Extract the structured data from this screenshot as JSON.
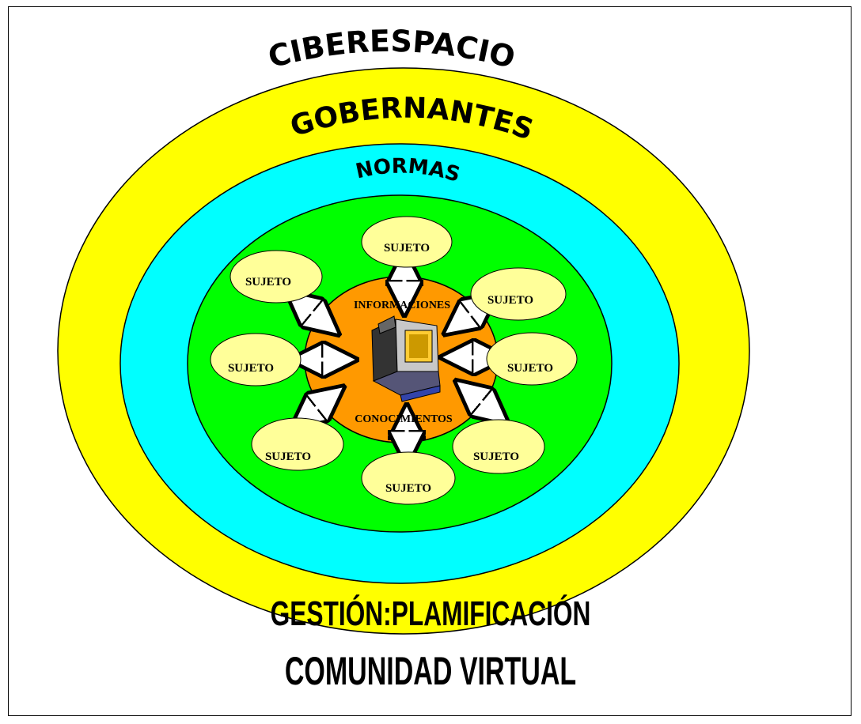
{
  "labels": {
    "outer": "CIBERESPACIO",
    "yellow_ring": "GOBERNANTES",
    "cyan_ring": "NORMAS",
    "yellow_bottom": "GESTIÓN:PLAMIFICACIÓN",
    "bottom": "COMUNIDAD VIRTUAL",
    "core_top": "INFORMACIONES",
    "core_bottom": "CONOCIMIENTOS"
  },
  "sujetos": [
    "SUJETO",
    "SUJETO",
    "SUJETO",
    "SUJETO",
    "SUJETO",
    "SUJETO",
    "SUJETO",
    "SUJETO"
  ],
  "colors": {
    "yellow": "#ffff00",
    "cyan": "#00ffff",
    "green": "#00ff00",
    "orange": "#ff9900",
    "sujeto_fill": "#ffff99"
  },
  "icons": {
    "center": "computer-terminal-icon",
    "connectors": "double-arrow-icon"
  }
}
